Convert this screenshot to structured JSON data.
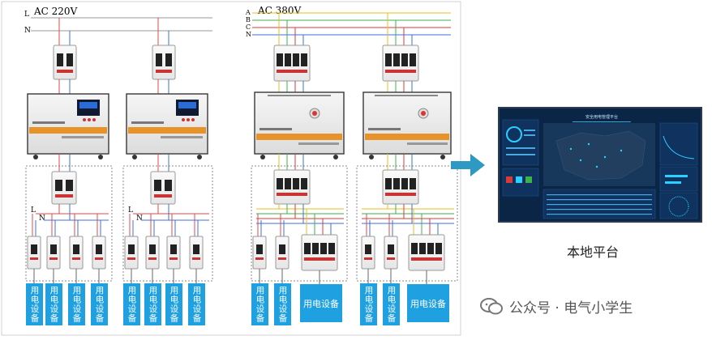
{
  "diagram": {
    "labels": {
      "ac220": "AC 220V",
      "ac380": "AC 380V",
      "L": "L",
      "N": "N",
      "A": "A",
      "B": "B",
      "C": "C",
      "N3": "N"
    },
    "branch_labels": {
      "L": "L",
      "N": "N"
    },
    "load_single": "用电设备",
    "load_three": "用电设备",
    "platform_label": "本地平台",
    "screen_title": "安全用电管理平台",
    "watermark": "公众号 · 电气小学生",
    "colors": {
      "load_box": "#1fa0e0",
      "arrow": "#2e9ac4",
      "screen_bg": "#0b2547",
      "wire_L": "#e04a4a",
      "wire_N": "#3e6fd8",
      "wire_A": "#e6c020",
      "wire_B": "#3fb04a",
      "wire_C": "#d93a3a"
    }
  }
}
